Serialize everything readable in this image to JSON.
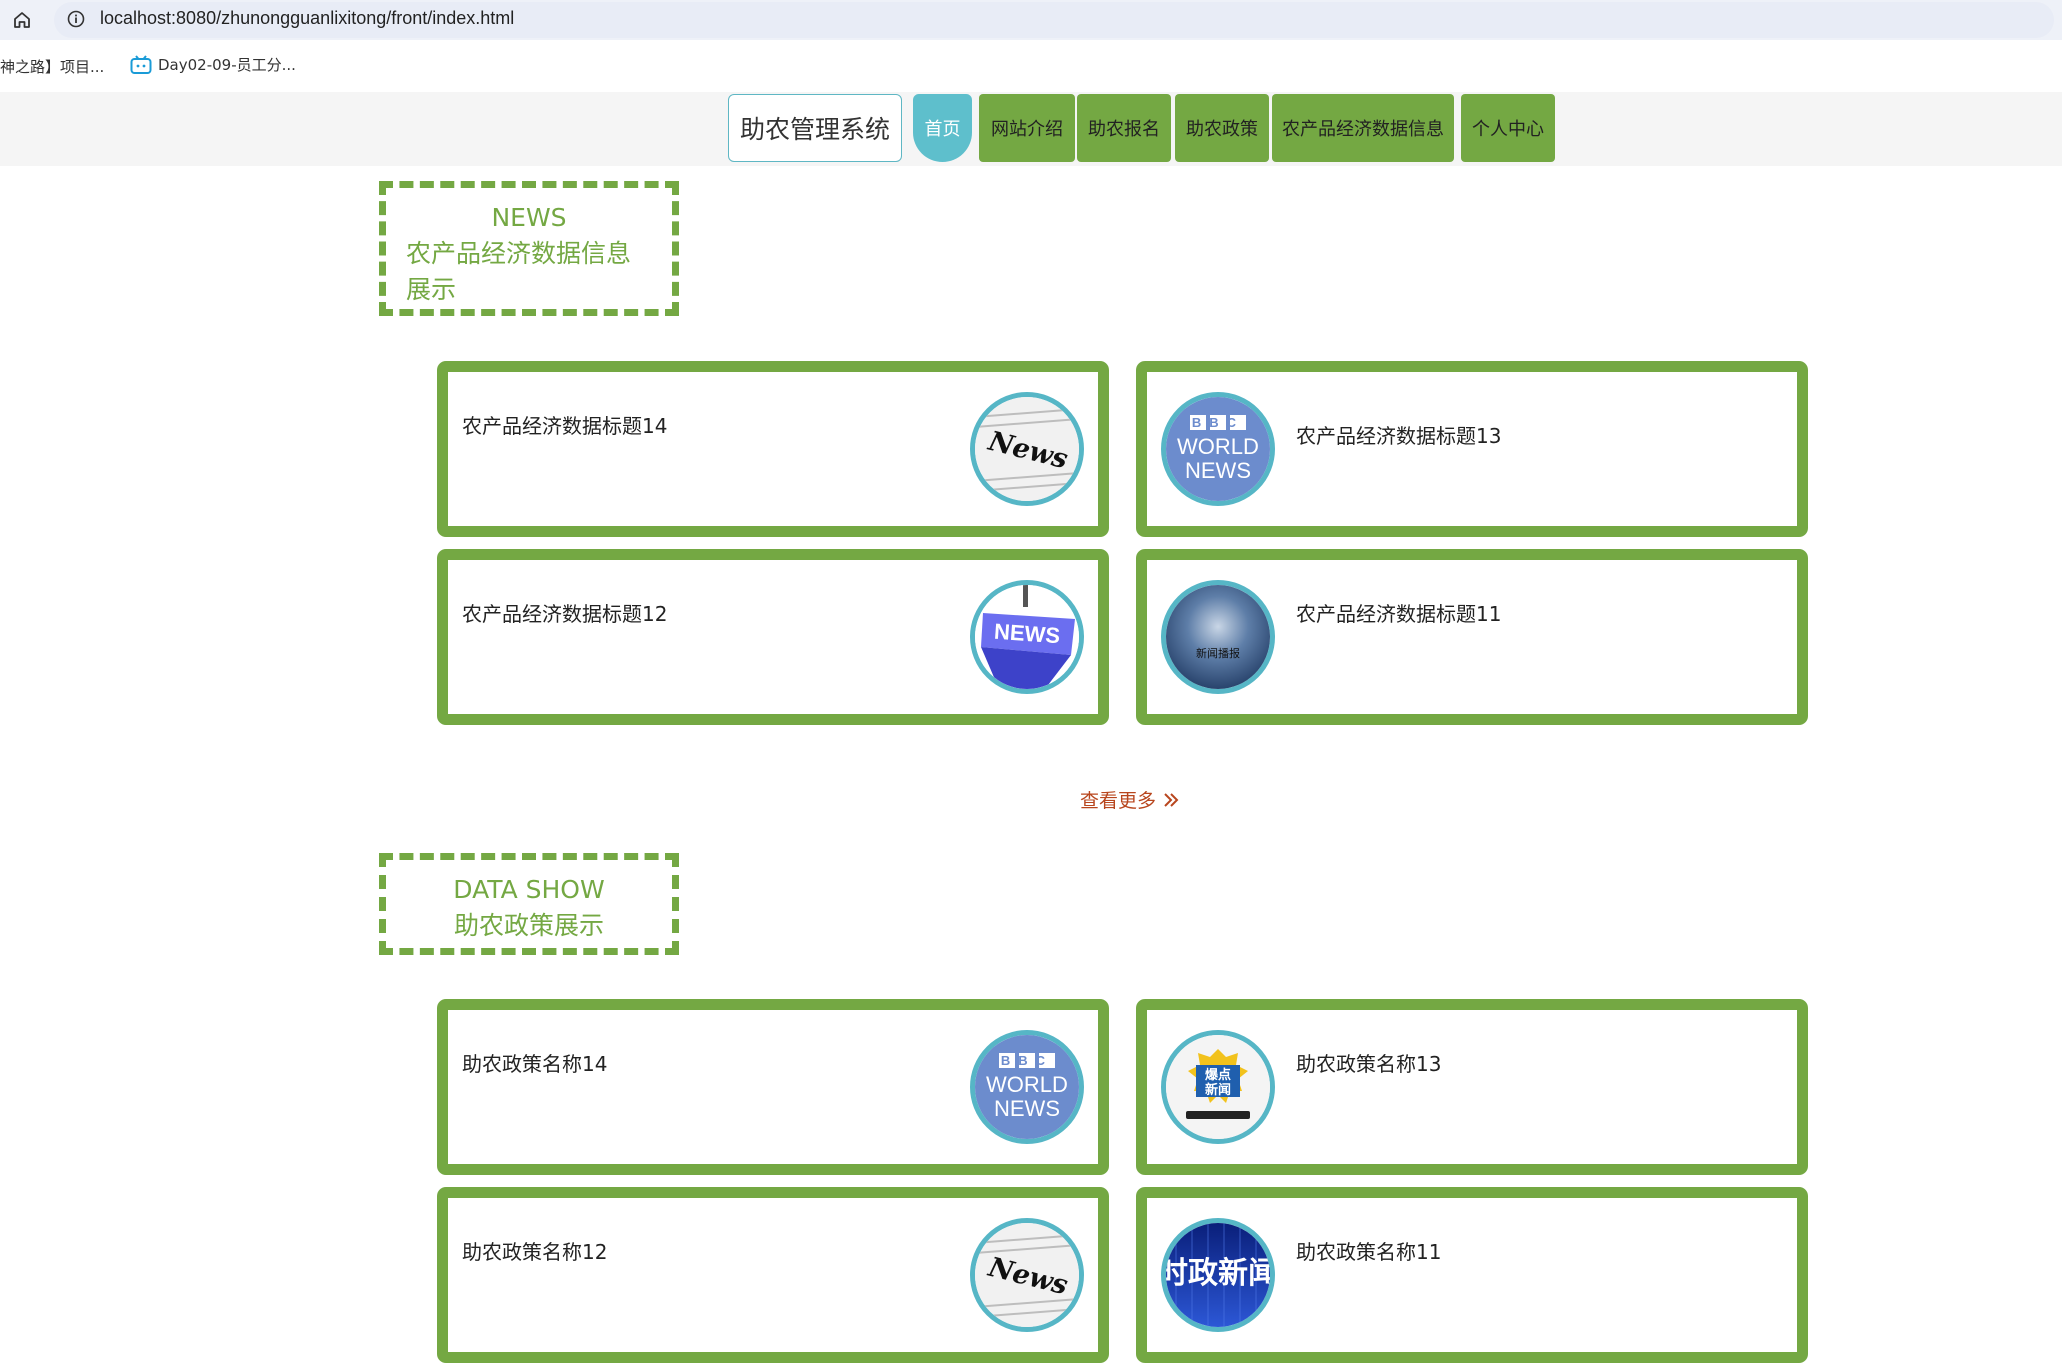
{
  "browser": {
    "url": "localhost:8080/zhunongguanlixitong/front/index.html",
    "bookmarks": [
      "神之路】项目...",
      "Day02-09-员工分..."
    ]
  },
  "nav": {
    "brand": "助农管理系统",
    "items": [
      "首页",
      "网站介绍",
      "助农报名",
      "助农政策",
      "农产品经济数据信息",
      "个人中心"
    ],
    "active": "首页"
  },
  "news_section": {
    "en": "NEWS",
    "zh": "农产品经济数据信息展示",
    "cards": [
      {
        "title": "农产品经济数据标题14",
        "image": "news-newspaper-icon"
      },
      {
        "title": "农产品经济数据标题13",
        "image": "bbc-world-news-icon"
      },
      {
        "title": "农产品经济数据标题12",
        "image": "news-sign-icon"
      },
      {
        "title": "农产品经济数据标题11",
        "image": "news-broadcast-icon"
      }
    ],
    "more": "查看更多"
  },
  "data_section": {
    "en": "DATA SHOW",
    "zh": "助农政策展示",
    "cards": [
      {
        "title": "助农政策名称14",
        "image": "bbc-world-news-icon"
      },
      {
        "title": "助农政策名称13",
        "image": "hot-news-tv-icon"
      },
      {
        "title": "助农政策名称12",
        "image": "news-newspaper-icon"
      },
      {
        "title": "助农政策名称11",
        "image": "politics-news-icon"
      }
    ]
  },
  "image_text": {
    "bbc": "BBC",
    "world": "WORLD",
    "news_caps": "NEWS",
    "news_script": "News",
    "broadcast": "新闻播报",
    "hot_line1": "爆点",
    "hot_line2": "新闻",
    "politics": "时政新闻"
  },
  "colors": {
    "accent_green": "#74a843",
    "accent_teal": "#5ebfcc",
    "more_link": "#b8461e"
  }
}
